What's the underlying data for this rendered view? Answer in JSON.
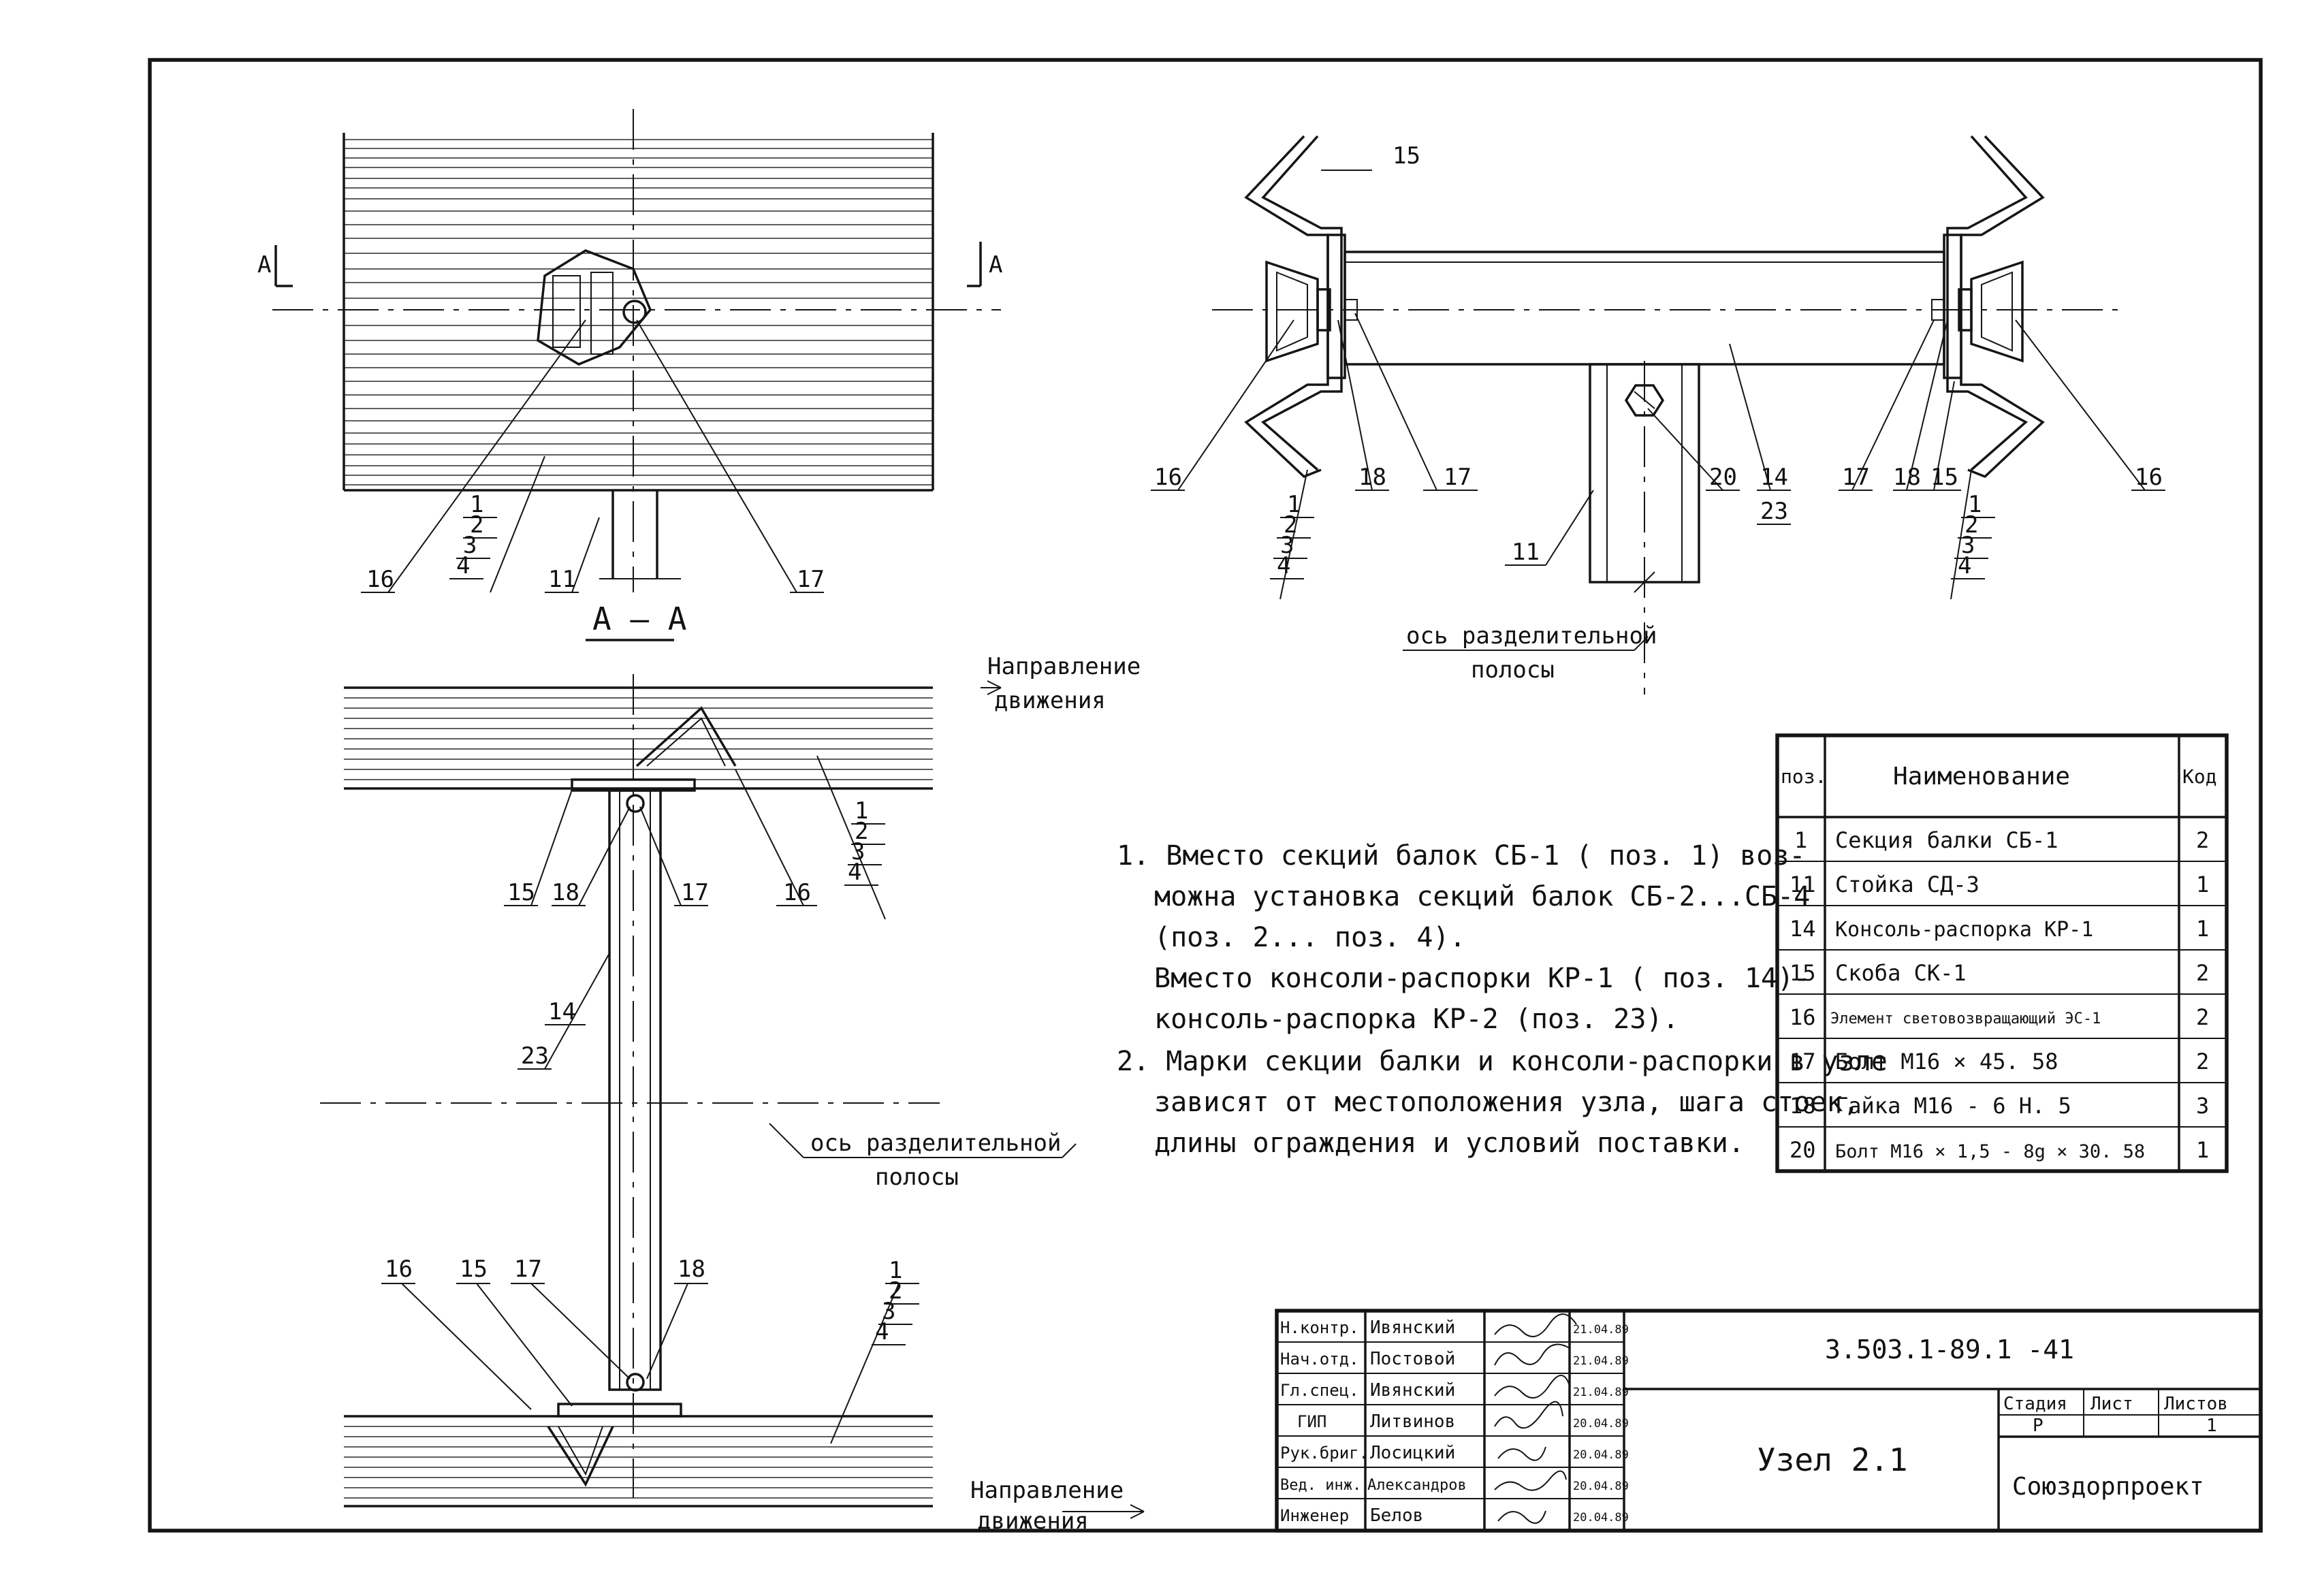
{
  "section_title": "А – А",
  "section_marks": {
    "left": "А",
    "right": "А"
  },
  "direction_label_1": "Направление",
  "direction_label_2": "движения",
  "axis_label_1": "ось разделительной",
  "axis_label_2": "полосы",
  "callouts": {
    "c1": "1",
    "c2": "2",
    "c3": "3",
    "c4": "4",
    "c11": "11",
    "c14": "14",
    "c15": "15",
    "c16": "16",
    "c17": "17",
    "c18": "18",
    "c20": "20",
    "c23": "23"
  },
  "notes": [
    "1. Вместо секций балок СБ-1 ( поз. 1) воз-",
    "можна установка секций балок СБ-2...СБ-4",
    "(поз. 2... поз. 4).",
    "Вместо консоли-распорки КР-1 ( поз. 14)-",
    "консоль-распорка КР-2 (поз. 23).",
    "2. Марки секции балки и консоли-распорки в узле",
    "зависят от местоположения узла, шага стоек,",
    "длины ограждения и условий поставки."
  ],
  "spec_table": {
    "headers": [
      "поз.",
      "Наименование",
      "Код"
    ],
    "rows": [
      [
        "1",
        "Секция балки СБ-1",
        "2"
      ],
      [
        "11",
        "Стойка СД-3",
        "1"
      ],
      [
        "14",
        "Консоль-распорка КР-1",
        "1"
      ],
      [
        "15",
        "Скоба СК-1",
        "2"
      ],
      [
        "16",
        "Элемент световозвращающий ЭС-1",
        "2"
      ],
      [
        "17",
        "Болт М16 × 45. 58",
        "2"
      ],
      [
        "18",
        "Гайка М16 - 6 Н. 5",
        "3"
      ],
      [
        "20",
        "Болт М16 × 1,5 - 8g × 30. 58",
        "1"
      ]
    ]
  },
  "title_block": {
    "roles": [
      "Н.контр.",
      "Нач.отд.",
      "Гл.спец.",
      "ГИП",
      "Рук.бриг.",
      "Вед. инж.",
      "Инженер"
    ],
    "names": [
      "Ивянский",
      "Постовой",
      "Ивянский",
      "Литвинов",
      "Лосицкий",
      "Александров",
      "Белов"
    ],
    "dates": [
      "21.04.89",
      "21.04.89",
      "21.04.89",
      "20.04.89",
      "20.04.89",
      "20.04.89",
      "20.04.89"
    ],
    "doc_code": "3.503.1-89.1 -41",
    "sheet_title": "Узел 2.1",
    "stage_header": "Стадия",
    "sheet_header": "Лист",
    "sheets_header": "Листов",
    "stage": "Р",
    "sheets": "1",
    "organization": "Союздорпроект"
  }
}
